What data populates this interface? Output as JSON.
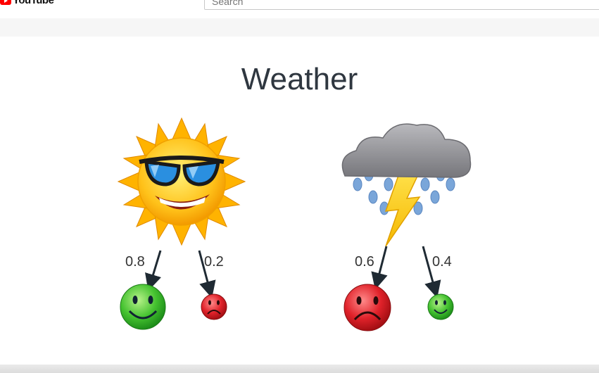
{
  "header": {
    "logo_text": "YouTube",
    "search_placeholder": "Search"
  },
  "slide": {
    "title": "Weather",
    "sunny": {
      "happy_prob": "0.8",
      "sad_prob": "0.2"
    },
    "rainy": {
      "sad_prob": "0.6",
      "happy_prob": "0.4"
    }
  },
  "colors": {
    "youtube_red": "#ff0000",
    "title_text": "#2f3740",
    "happy_green": "#3fbf2f",
    "sad_red": "#d81b22",
    "sun_yellow": "#ffc21a",
    "cloud_gray": "#8e8e92",
    "rain_blue": "#7aa6d9"
  },
  "icons": [
    "youtube-logo-icon",
    "sun-with-sunglasses-icon",
    "storm-cloud-icon",
    "happy-face-icon",
    "sad-face-icon"
  ]
}
